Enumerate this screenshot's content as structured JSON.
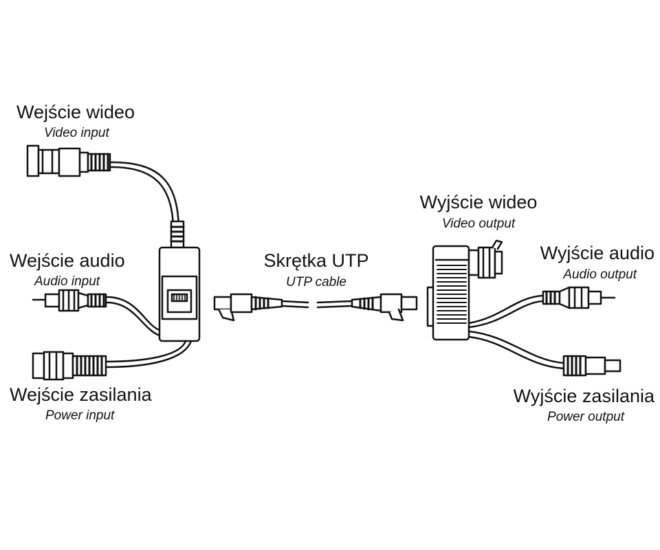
{
  "labels": {
    "video_input": {
      "pl": "Wejście wideo",
      "en": "Video input"
    },
    "audio_input": {
      "pl": "Wejście audio",
      "en": "Audio input"
    },
    "power_input": {
      "pl": "Wejście zasilania",
      "en": "Power input"
    },
    "utp_cable": {
      "pl": "Skrętka UTP",
      "en": "UTP cable"
    },
    "video_output": {
      "pl": "Wyjście wideo",
      "en": "Video output"
    },
    "audio_output": {
      "pl": "Wyjście audio",
      "en": "Audio output"
    },
    "power_output": {
      "pl": "Wyjście zasilania",
      "en": "Power output"
    }
  },
  "colors": {
    "line": "#111111",
    "background": "#ffffff",
    "fill": "#ffffff",
    "shade": "#dddddd"
  }
}
